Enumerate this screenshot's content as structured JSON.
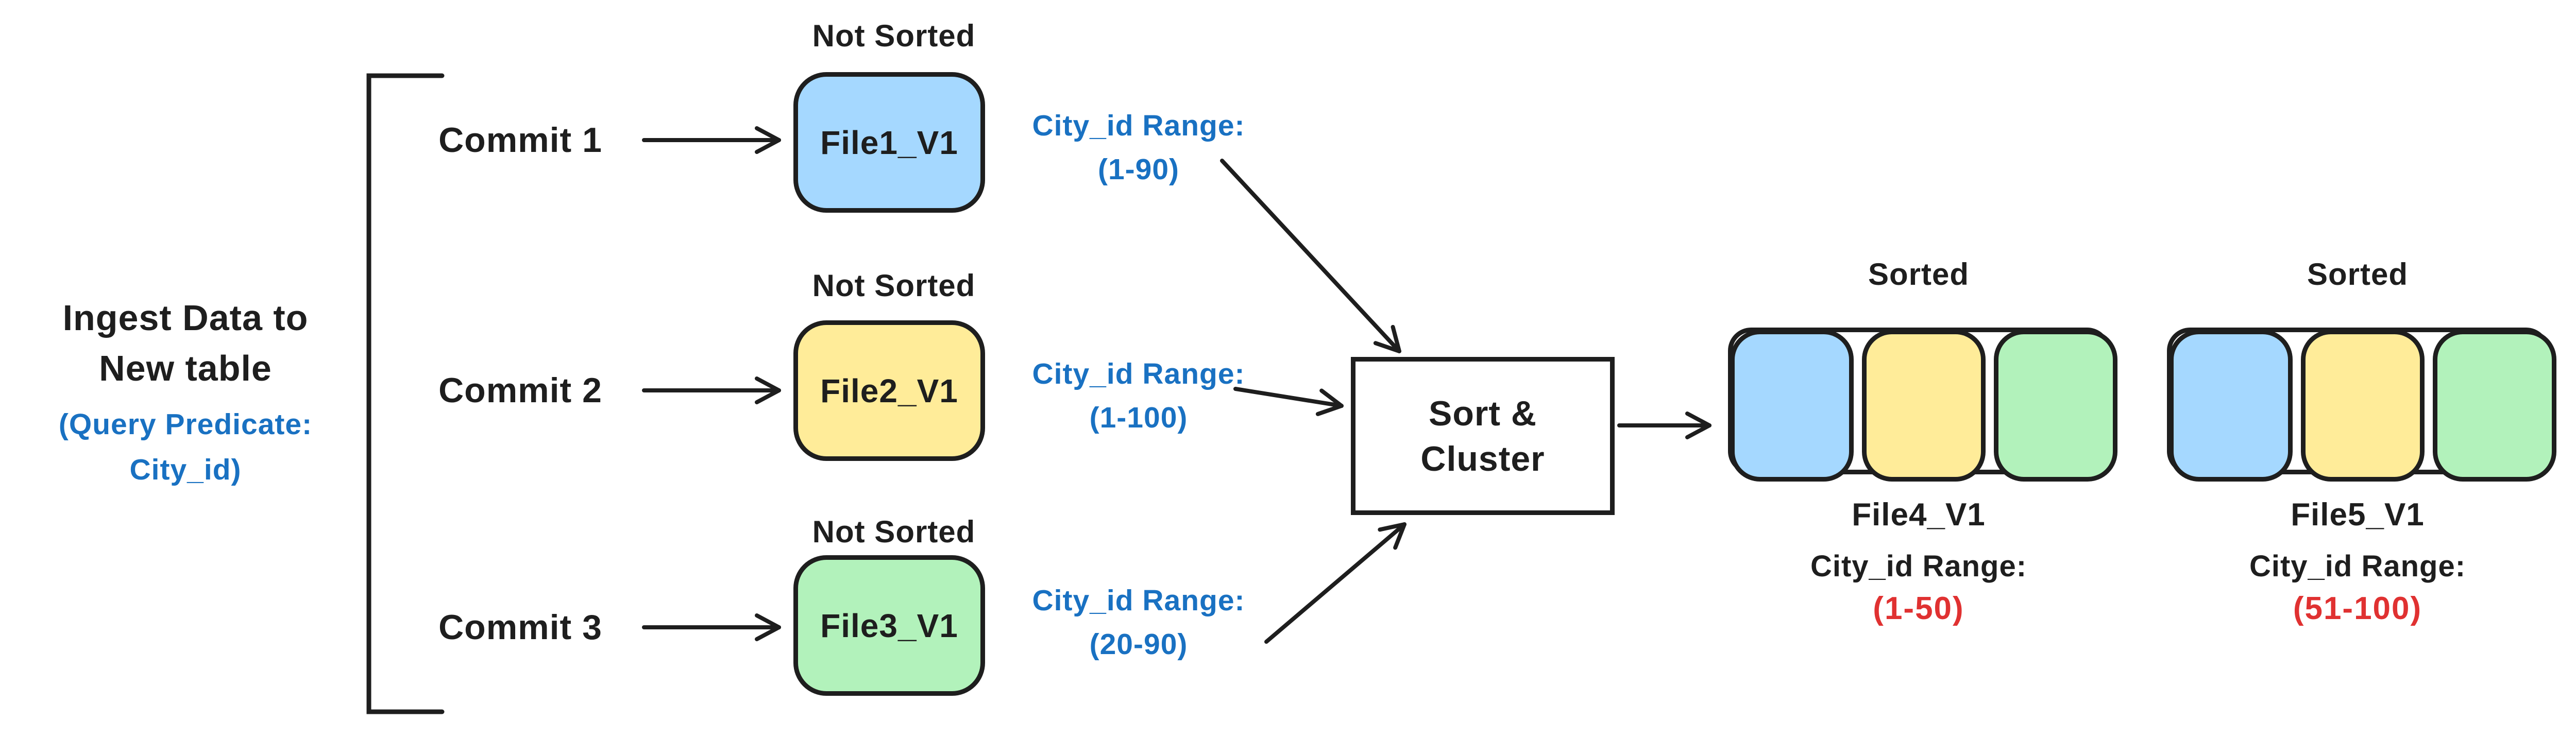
{
  "left_note": {
    "line1": "Ingest Data to",
    "line2": "New table",
    "predicate_line1": "(Query Predicate:",
    "predicate_line2": "City_id)"
  },
  "rows": [
    {
      "commit_label": "Commit 1",
      "status": "Not Sorted",
      "file_name": "File1_V1",
      "file_color": "#a5d8ff",
      "range_label": "City_id Range:",
      "range_value": "(1-90)"
    },
    {
      "commit_label": "Commit 2",
      "status": "Not Sorted",
      "file_name": "File2_V1",
      "file_color": "#ffec99",
      "range_label": "City_id Range:",
      "range_value": "(1-100)"
    },
    {
      "commit_label": "Commit 3",
      "status": "Not Sorted",
      "file_name": "File3_V1",
      "file_color": "#b2f2bb",
      "range_label": "City_id Range:",
      "range_value": "(20-90)"
    }
  ],
  "process_box": {
    "line1": "Sort &",
    "line2": "Cluster"
  },
  "outputs": [
    {
      "status": "Sorted",
      "file_name": "File4_V1",
      "range_label": "City_id Range:",
      "range_value": "(1-50)",
      "segment_colors": [
        "#a5d8ff",
        "#ffec99",
        "#b2f2bb"
      ]
    },
    {
      "status": "Sorted",
      "file_name": "File5_V1",
      "range_label": "City_id Range:",
      "range_value": "(51-100)",
      "segment_colors": [
        "#a5d8ff",
        "#ffec99",
        "#b2f2bb"
      ]
    }
  ],
  "colors": {
    "stroke": "#1e1e1e",
    "blue_fill": "#a5d8ff",
    "yellow_fill": "#ffec99",
    "green_fill": "#b2f2bb",
    "blue_text": "#1971c2",
    "red_text": "#e03131"
  }
}
